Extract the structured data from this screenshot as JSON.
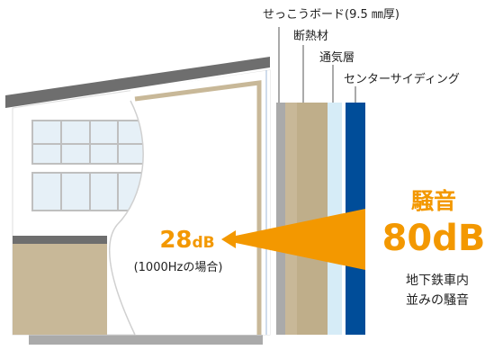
{
  "layer_labels": [
    {
      "text": "せっこうボード(9.5 ㎜厚)"
    },
    {
      "text": "断熱材"
    },
    {
      "text": "通気層"
    },
    {
      "text": "センターサイディング"
    }
  ],
  "noise_outside": {
    "title": "騒音",
    "level": "80dB",
    "desc_line1": "地下鉄車内",
    "desc_line2": "並みの騒音"
  },
  "noise_inside": {
    "level_number": "28",
    "level_unit": "dB",
    "note": "(1000Hzの場合)"
  },
  "colors": {
    "accent_orange": "#f39800",
    "wall_tan": "#c8b898",
    "wall_dark_tan": "#bfae8a",
    "siding_blue": "#004d99",
    "air_layer": "#d6ecf7",
    "gypsum_gray": "#aaaaaa",
    "roof_gray": "#6e6e6e",
    "window_blue": "#e6f0f7"
  }
}
